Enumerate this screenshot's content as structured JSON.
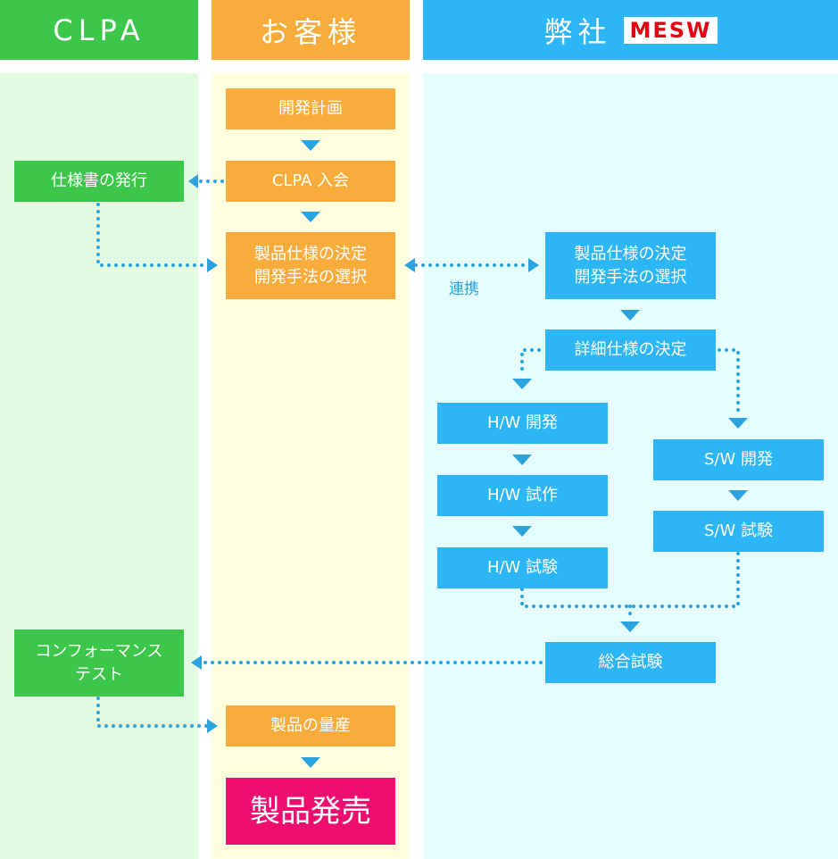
{
  "columns": {
    "clpa": {
      "label": "CLPA",
      "color": "#3dc74a",
      "bg": "#e2fbe0"
    },
    "customer": {
      "label": "お客様",
      "color": "#f7ac3c",
      "bg": "#fffede"
    },
    "company": {
      "label": "弊社",
      "logo_text": "MESW",
      "color": "#2db6f5",
      "bg": "#e5fdfd"
    }
  },
  "steps": {
    "dev_plan": "開発計画",
    "clpa_join": "CLPA 入会",
    "spec_issue": "仕様書の発行",
    "customer_spec": "製品仕様の決定\n開発手法の選択",
    "company_spec": "製品仕様の決定\n開発手法の選択",
    "detail_spec": "詳細仕様の決定",
    "hw_dev": "H/W 開発",
    "hw_proto": "H/W 試作",
    "hw_test": "H/W 試験",
    "sw_dev": "S/W 開発",
    "sw_test": "S/W 試験",
    "integration_test": "総合試験",
    "conformance": "コンフォーマンス\nテスト",
    "mass_production": "製品の量産",
    "release": "製品発売"
  },
  "labels": {
    "collaboration": "連携"
  },
  "colors": {
    "arrow": "#2aa3df",
    "release": "#ed0e6f"
  }
}
